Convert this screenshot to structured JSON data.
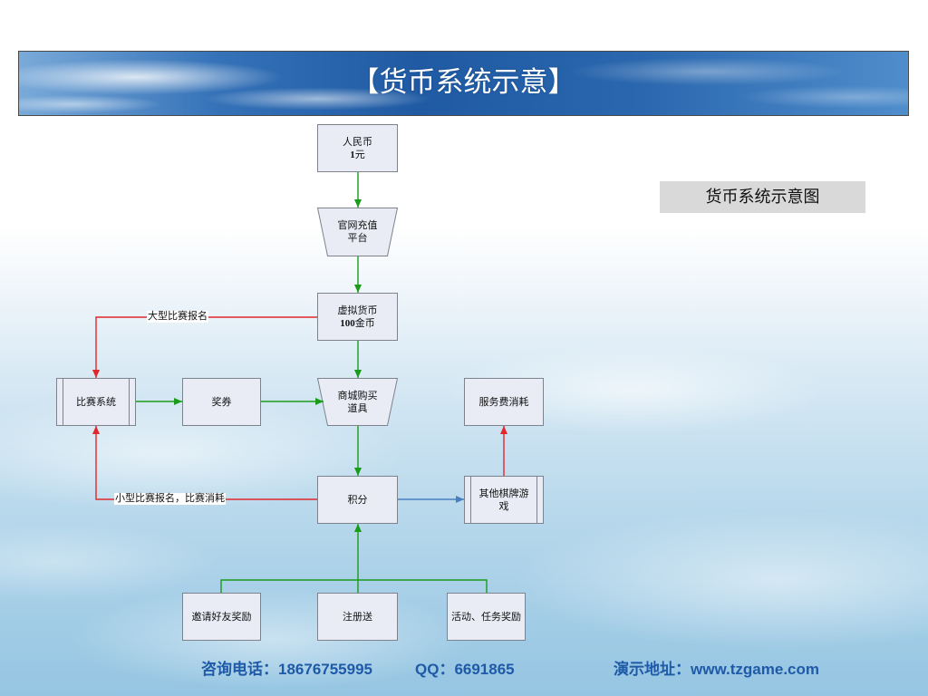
{
  "slide": {
    "title": "【货币系统示意】",
    "caption": "货币系统示意图"
  },
  "nodes": {
    "rmb": {
      "line1": "人民币",
      "amount": "1",
      "unit": "元"
    },
    "recharge": {
      "line1": "官网充值",
      "line2": "平台"
    },
    "virtual": {
      "line1": "虚拟货币",
      "amount": "100",
      "unit": "金币"
    },
    "match": {
      "label": "比赛系统"
    },
    "voucher": {
      "label": "奖券"
    },
    "shop": {
      "line1": "商城购买",
      "line2": "道具"
    },
    "service": {
      "label": "服务费消耗"
    },
    "points": {
      "label": "积分"
    },
    "other_games": {
      "line1": "其他棋牌游",
      "line2": "戏"
    },
    "invite": {
      "label": "邀请好友奖励"
    },
    "register": {
      "label": "注册送"
    },
    "activity": {
      "label": "活动、任务奖励"
    }
  },
  "edges": {
    "large_match": "大型比赛报名",
    "small_match": "小型比赛报名，比赛消耗"
  },
  "footer": {
    "phone": "咨询电话：18676755995",
    "qq": "QQ：6691865",
    "demo": "演示地址：www.tzgame.com"
  },
  "colors": {
    "flow_green": "#1a9b1a",
    "flow_red": "#e3262b",
    "flow_blue": "#4a7fc1",
    "footer_text": "#1e5aa8"
  }
}
